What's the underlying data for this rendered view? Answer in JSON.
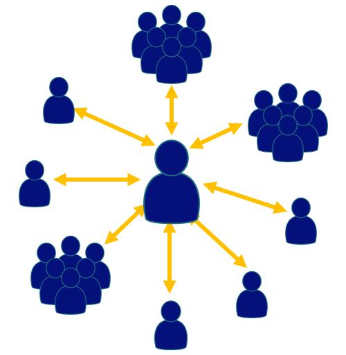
{
  "colors": {
    "person_fill": "#04117A",
    "person_stroke": "#1F6F82",
    "arrow": "#FFC000",
    "background": "#FFFFFF"
  },
  "diagram": {
    "center": {
      "kind": "person-icon"
    },
    "connections": [
      {
        "target": "group-icon",
        "direction": "top"
      },
      {
        "target": "group-icon",
        "direction": "upper-right"
      },
      {
        "target": "person-icon",
        "direction": "right"
      },
      {
        "target": "person-icon",
        "direction": "lower-right"
      },
      {
        "target": "person-icon",
        "direction": "bottom"
      },
      {
        "target": "group-icon",
        "direction": "lower-left"
      },
      {
        "target": "person-icon",
        "direction": "left"
      },
      {
        "target": "person-icon",
        "direction": "upper-left"
      }
    ]
  }
}
